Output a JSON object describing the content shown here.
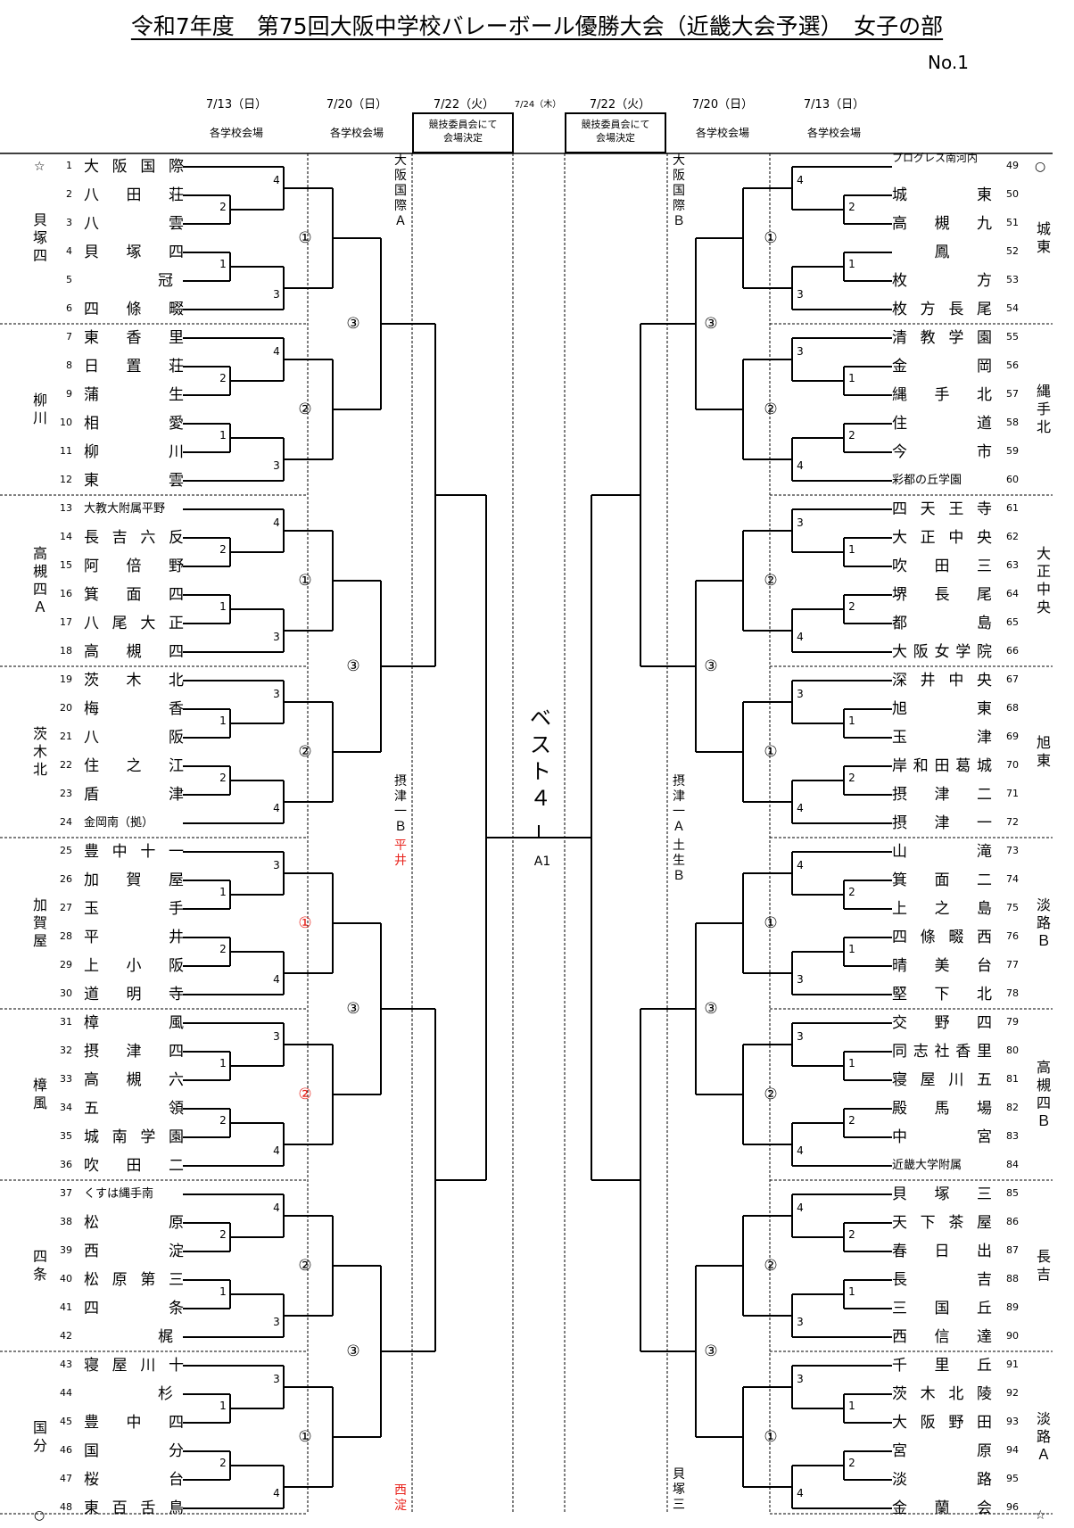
{
  "title": "令和7年度　第75回大阪中学校バレーボール優勝大会（近畿大会予選）　女子の部",
  "page_no": "No.1",
  "header": {
    "left": [
      {
        "date": "7/13（日）",
        "venue": "各学校会場"
      },
      {
        "date": "7/20（日）",
        "venue": "各学校会場"
      },
      {
        "date": "7/22（火）",
        "venue": "競技委員会にて\n会場決定"
      }
    ],
    "center_date": "7/24（木）",
    "right": [
      {
        "date": "7/22（火）",
        "venue": "競技委員会にて\n会場決定"
      },
      {
        "date": "7/20（日）",
        "venue": "各学校会場"
      },
      {
        "date": "7/13（日）",
        "venue": "各学校会場"
      }
    ]
  },
  "center": {
    "best4": "ベスト４",
    "final_code": "A1"
  },
  "left_teams": [
    "大阪国際",
    "八田荘",
    "八雲",
    "貝塚四",
    "冠",
    "四條畷",
    "東香里",
    "日置荘",
    "蒲生",
    "相愛",
    "柳川",
    "東雲",
    "大教大附属平野",
    "長吉六反",
    "阿倍野",
    "箕面四",
    "八尾大正",
    "高槻四",
    "茨木北",
    "梅香",
    "八阪",
    "住之江",
    "盾津",
    "金岡南（拠）",
    "豊中十一",
    "加賀屋",
    "玉手",
    "平井",
    "上小阪",
    "道明寺",
    "樟風",
    "摂津四",
    "高槻六",
    "五領",
    "城南学園",
    "吹田二",
    "くすは縄手南",
    "松原",
    "西淀",
    "松原第三",
    "四条",
    "梶",
    "寝屋川十",
    "杉",
    "豊中四",
    "国分",
    "桜台",
    "東百舌鳥"
  ],
  "right_teams": [
    "プログレス南河内",
    "城東",
    "高槻九",
    "鳳",
    "枚方",
    "枚方長尾",
    "清教学園",
    "金岡",
    "縄手北",
    "住道",
    "今市",
    "彩都の丘学園",
    "四天王寺",
    "大正中央",
    "吹田三",
    "堺長尾",
    "都島",
    "大阪女学院",
    "深井中央",
    "旭東",
    "玉津",
    "岸和田葛城",
    "摂津二",
    "摂津一",
    "山滝",
    "箕面二",
    "上之島",
    "四條畷西",
    "晴美台",
    "堅下北",
    "交野四",
    "同志社香里",
    "寝屋川五",
    "殿馬場",
    "中宮",
    "近畿大学附属",
    "貝塚三",
    "天下茶屋",
    "春日出",
    "長吉",
    "三国丘",
    "西信達",
    "千里丘",
    "茨木北陵",
    "大阪野田",
    "宮原",
    "淡路",
    "金蘭会"
  ],
  "left_groups": [
    "貝塚四",
    "柳川",
    "高槻四Ａ",
    "茨木北",
    "加賀屋",
    "樟風",
    "四条",
    "国分"
  ],
  "right_groups": [
    "城東",
    "縄手北",
    "大正中央",
    "旭東",
    "淡路Ｂ",
    "高槻四Ｂ",
    "長吉",
    "淡路Ａ"
  ],
  "left_r1_ranks": [
    [
      "4",
      "2",
      "1",
      "3"
    ],
    [
      "4",
      "2",
      "1",
      "3"
    ],
    [
      "4",
      "2",
      "1",
      "3"
    ],
    [
      "3",
      "1",
      "2",
      "4"
    ],
    [
      "3",
      "1",
      "2",
      "4"
    ],
    [
      "3",
      "1",
      "2",
      "4"
    ],
    [
      "4",
      "2",
      "1",
      "3"
    ],
    [
      "3",
      "1",
      "2",
      "4"
    ]
  ],
  "right_r1_ranks": [
    [
      "4",
      "2",
      "1",
      "3"
    ],
    [
      "3",
      "1",
      "2",
      "4"
    ],
    [
      "3",
      "1",
      "2",
      "4"
    ],
    [
      "3",
      "1",
      "2",
      "4"
    ],
    [
      "4",
      "2",
      "1",
      "3"
    ],
    [
      "3",
      "1",
      "2",
      "4"
    ],
    [
      "4",
      "2",
      "1",
      "3"
    ],
    [
      "3",
      "1",
      "2",
      "4"
    ]
  ],
  "left_r2": [
    "①",
    "②",
    "①",
    "②",
    "①",
    "②",
    "②",
    "①"
  ],
  "right_r2": [
    "①",
    "②",
    "②",
    "①",
    "①",
    "②",
    "②",
    "①"
  ],
  "left_r3": [
    "③",
    "③",
    "③",
    "③"
  ],
  "right_r3": [
    "③",
    "③",
    "③",
    "③"
  ],
  "left_vertical": [
    "大阪国際Ａ",
    "摂津一Ｂ",
    "平井",
    "西淀"
  ],
  "right_vertical": [
    "大阪国際Ｂ",
    "摂津一Ａ",
    "土生Ｂ",
    "貝塚三"
  ],
  "marks": {
    "star": "☆",
    "circle": "○"
  }
}
